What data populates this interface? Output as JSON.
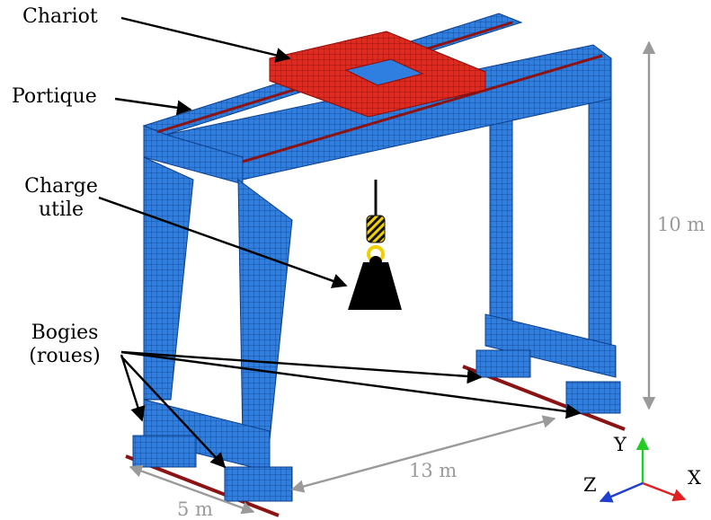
{
  "labels": {
    "chariot": "Chariot",
    "portique": "Portique",
    "charge_line1": "Charge",
    "charge_line2": "utile",
    "bogies_line1": "Bogies",
    "bogies_line2": "(roues)"
  },
  "dimensions": {
    "height": "10 m",
    "length": "13 m",
    "width": "5 m"
  },
  "axes": {
    "x": "X",
    "y": "Y",
    "z": "Z"
  },
  "colors": {
    "structure": "#2f7fe0",
    "mesh": "#0d3f8a",
    "trolley": "#e02a1f",
    "rail": "#8b1313",
    "dimension": "#9a9a9a",
    "axis_x": "#e02020",
    "axis_y": "#22cc22",
    "axis_z": "#1f3fd0",
    "hook": "#f0d000",
    "load": "#000000"
  }
}
